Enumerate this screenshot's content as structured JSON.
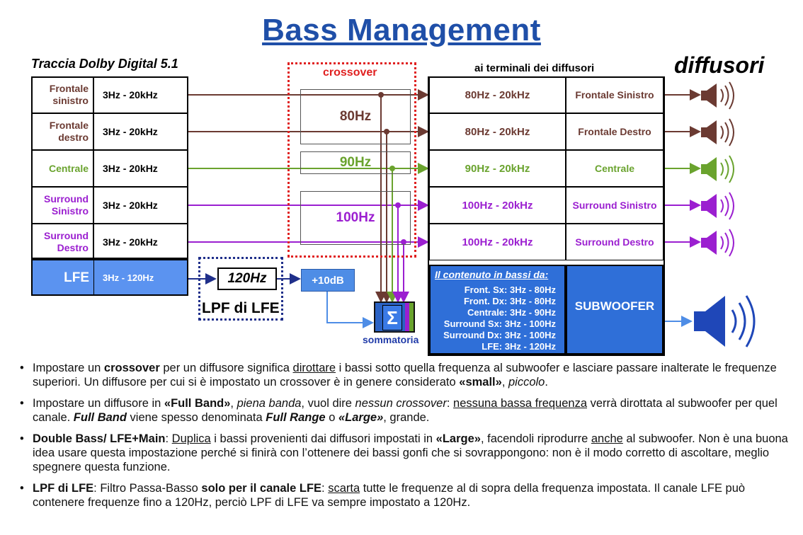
{
  "title": "Bass Management",
  "track_title": "Traccia Dolby Digital 5.1",
  "speakers_title": "diffusori",
  "terminals_title": "ai terminali dei diffusori",
  "crossover_label": "crossover",
  "channels": [
    {
      "name": "Frontale sinistro",
      "range": "3Hz - 20kHz",
      "out": "80Hz - 20kHz",
      "speaker": "Frontale Sinistro",
      "color": "#6b3a32"
    },
    {
      "name": "Frontale destro",
      "range": "3Hz - 20kHz",
      "out": "80Hz - 20kHz",
      "speaker": "Frontale Destro",
      "color": "#6b3a32"
    },
    {
      "name": "Centrale",
      "range": "3Hz - 20kHz",
      "out": "90Hz - 20kHz",
      "speaker": "Centrale",
      "color": "#6aa32e"
    },
    {
      "name": "Surround Sinistro",
      "range": "3Hz - 20kHz",
      "out": "100Hz - 20kHz",
      "speaker": "Surround Sinistro",
      "color": "#9b1fd0"
    },
    {
      "name": "Surround Destro",
      "range": "3Hz - 20kHz",
      "out": "100Hz - 20kHz",
      "speaker": "Surround Destro",
      "color": "#9b1fd0"
    }
  ],
  "lfe": {
    "name": "LFE",
    "range": "3Hz - 120Hz"
  },
  "filters": {
    "f80": "80Hz",
    "f90": "90Hz",
    "f100": "100Hz"
  },
  "lpf": {
    "value": "120Hz",
    "label": "LPF di LFE"
  },
  "gain": "+10dB",
  "sum_label": "sommatoria",
  "bass_content": {
    "heading": "Il contenuto in bassi da:",
    "lines": [
      "Front. Sx: 3Hz - 80Hz",
      "Front. Dx: 3Hz - 80Hz",
      "Centrale: 3Hz - 90Hz",
      "Surround Sx: 3Hz - 100Hz",
      "Surround Dx: 3Hz - 100Hz",
      "LFE: 3Hz - 120Hz"
    ]
  },
  "subwoofer": "SUBWOOFER",
  "bullets": {
    "b1": {
      "p1": "Impostare un ",
      "s1": "crossover",
      "p2": " per un diffusore significa ",
      "u1": "dirottare",
      "p3": " i bassi sotto quella frequenza al subwoofer e lasciare passare inalterate le frequenze superiori. Un diffusore per cui si è impostato un crossover è in genere considerato ",
      "s2": "«small»",
      "p4": ", ",
      "i1": "piccolo",
      "p5": "."
    },
    "b2": {
      "p1": "Impostare un diffusore in ",
      "s1": "«Full Band»",
      "p2": ", ",
      "i1": "piena banda",
      "p3": ", vuol dire ",
      "i2": "nessun crossover",
      "p4": ": ",
      "u1": "nessuna bassa frequenza",
      "p5": " verrà dirottata al subwoofer per quel canale. ",
      "bi1": "Full Band",
      "p6": " viene spesso denominata ",
      "bi2": "Full Range",
      "p7": " o ",
      "bi3": "«Large»",
      "p8": ", grande."
    },
    "b3": {
      "s1": "Double Bass/ LFE+Main",
      "p1": ": ",
      "u1": "Duplica",
      "p2": " i bassi provenienti dai diffusori impostati in ",
      "s2": "«Large»",
      "p3": ", facendoli riprodurre ",
      "u2": "anche",
      "p4": " al subwoofer. Non è una buona idea usare questa impostazione perché si finirà con l’ottenere dei bassi gonfi che si sovrappongono: non è il modo corretto di ascoltare, meglio spegnere questa funzione."
    },
    "b4": {
      "s1": "LPF di LFE",
      "p1": ": Filtro Passa-Basso ",
      "s2": "solo per il canale LFE",
      "p2": ": ",
      "u1": "scarta",
      "p3": " tutte le frequenze al di sopra della frequenza impostata. Il canale LFE può contenere frequenze fino a 120Hz, perciò LPF di LFE va sempre impostato a 120Hz."
    }
  },
  "colors": {
    "brown": "#6b3a32",
    "green": "#6aa32e",
    "purple": "#9b1fd0",
    "blue": "#2f6fd8",
    "red": "#e02020",
    "sub": "#1f47b8"
  }
}
